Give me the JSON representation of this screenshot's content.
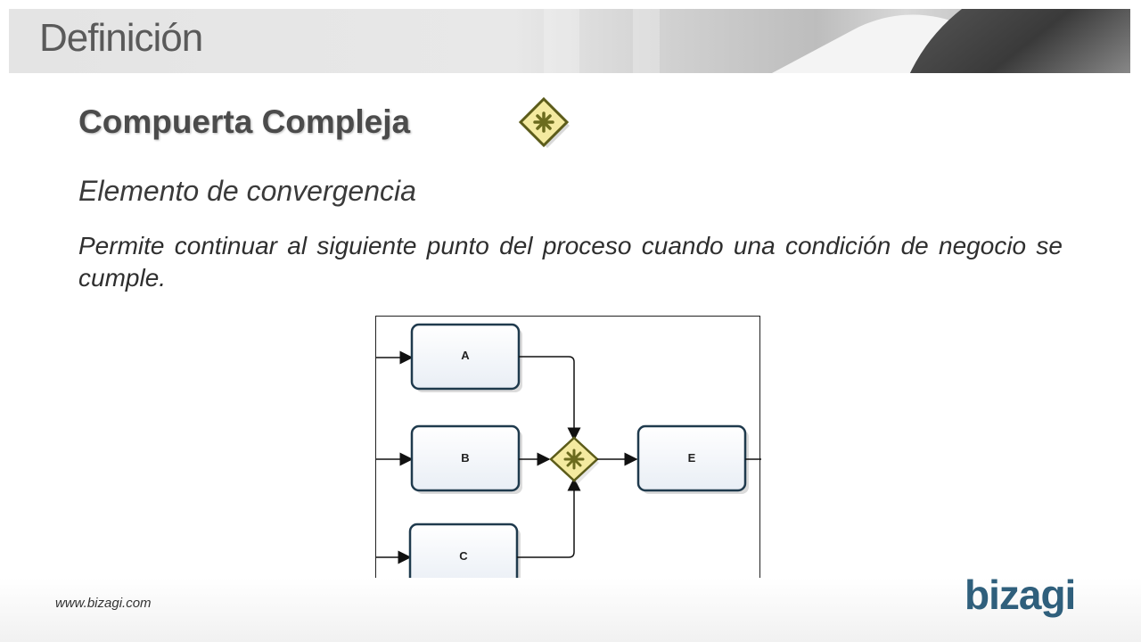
{
  "header": {
    "title": "Definición"
  },
  "content": {
    "heading": "Compuerta Compleja",
    "subheading": "Elemento de convergencia",
    "description": "Permite continuar al siguiente punto del proceso cuando una condición de negocio se cumple."
  },
  "diagram": {
    "tasks": [
      {
        "label": "A"
      },
      {
        "label": "B"
      },
      {
        "label": "C"
      },
      {
        "label": "E"
      }
    ],
    "colors": {
      "task_border": "#1f3a4d",
      "gateway_fill": "#f4eaa0",
      "gateway_symbol": "#6b6b1e"
    }
  },
  "footer": {
    "url": "www.bizagi.com",
    "logo_text": "bizagi"
  },
  "colors": {
    "title": "#5a5a5a",
    "logo": "#2f5f7c"
  }
}
